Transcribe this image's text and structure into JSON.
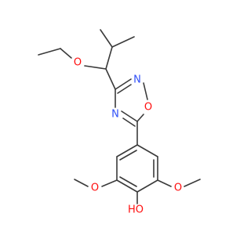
{
  "molecule": {
    "atoms": [
      {
        "id": "O_ether",
        "text": "O",
        "color": "#ff0d0d"
      },
      {
        "id": "N_ring2",
        "text": "N",
        "color": "#3050f8"
      },
      {
        "id": "N_ring4",
        "text": "N",
        "color": "#3050f8"
      },
      {
        "id": "O_ring1",
        "text": "O",
        "color": "#ff0d0d"
      },
      {
        "id": "O_methoxy_left",
        "text": "O",
        "color": "#ff0d0d"
      },
      {
        "id": "O_methoxy_right",
        "text": "O",
        "color": "#ff0d0d"
      },
      {
        "id": "OH",
        "text": "HO",
        "color": "#ff0d0d"
      }
    ],
    "bond_color": "#3a3a3a",
    "background": "#ffffff"
  }
}
